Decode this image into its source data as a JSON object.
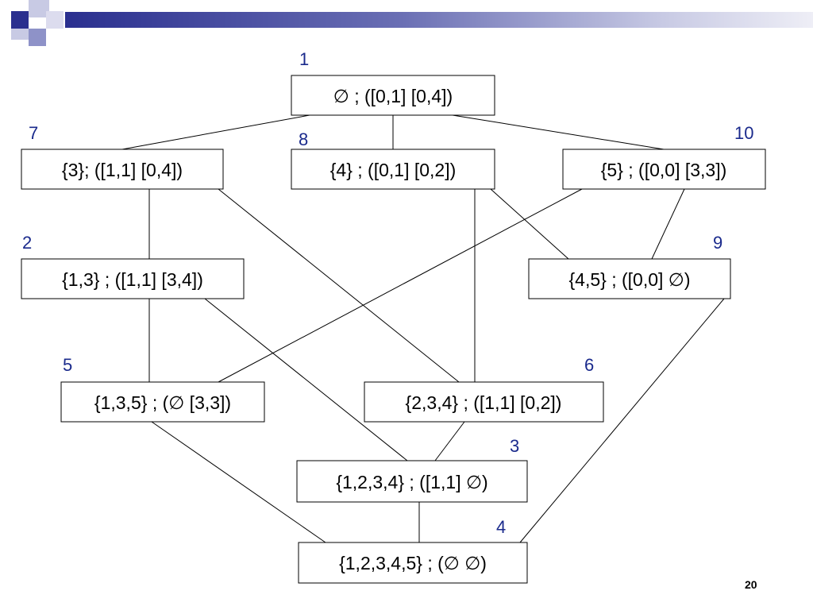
{
  "slide": {
    "page_number": "20"
  },
  "colors": {
    "node_number": "#1a2a8c",
    "header_dark": "#2a2f8f",
    "header_light": "#9ea2cf"
  },
  "diagram": {
    "nodes": [
      {
        "id": "n1",
        "number": "1",
        "label": "∅ ; ([0,1]  [0,4])"
      },
      {
        "id": "n7",
        "number": "7",
        "label": "{3}; ([1,1] [0,4])"
      },
      {
        "id": "n8",
        "number": "8",
        "label": "{4} ; ([0,1] [0,2])"
      },
      {
        "id": "n10",
        "number": "10",
        "label": "{5} ; ([0,0] [3,3])"
      },
      {
        "id": "n2",
        "number": "2",
        "label": "{1,3} ; ([1,1] [3,4])"
      },
      {
        "id": "n9",
        "number": "9",
        "label": "{4,5} ; ([0,0] ∅)"
      },
      {
        "id": "n5",
        "number": "5",
        "label": "{1,3,5} ; (∅ [3,3])"
      },
      {
        "id": "n6",
        "number": "6",
        "label": "{2,3,4} ; ([1,1] [0,2])"
      },
      {
        "id": "n3",
        "number": "3",
        "label": "{1,2,3,4} ; ([1,1] ∅)"
      },
      {
        "id": "n4",
        "number": "4",
        "label": "{1,2,3,4,5} ; (∅ ∅)"
      }
    ],
    "edges": [
      [
        "n1",
        "n7"
      ],
      [
        "n1",
        "n8"
      ],
      [
        "n1",
        "n10"
      ],
      [
        "n7",
        "n2"
      ],
      [
        "n7",
        "n6"
      ],
      [
        "n8",
        "n6"
      ],
      [
        "n8",
        "n9"
      ],
      [
        "n10",
        "n5"
      ],
      [
        "n10",
        "n9"
      ],
      [
        "n2",
        "n5"
      ],
      [
        "n2",
        "n3"
      ],
      [
        "n9",
        "n4"
      ],
      [
        "n6",
        "n3"
      ],
      [
        "n5",
        "n4"
      ],
      [
        "n3",
        "n4"
      ]
    ]
  }
}
